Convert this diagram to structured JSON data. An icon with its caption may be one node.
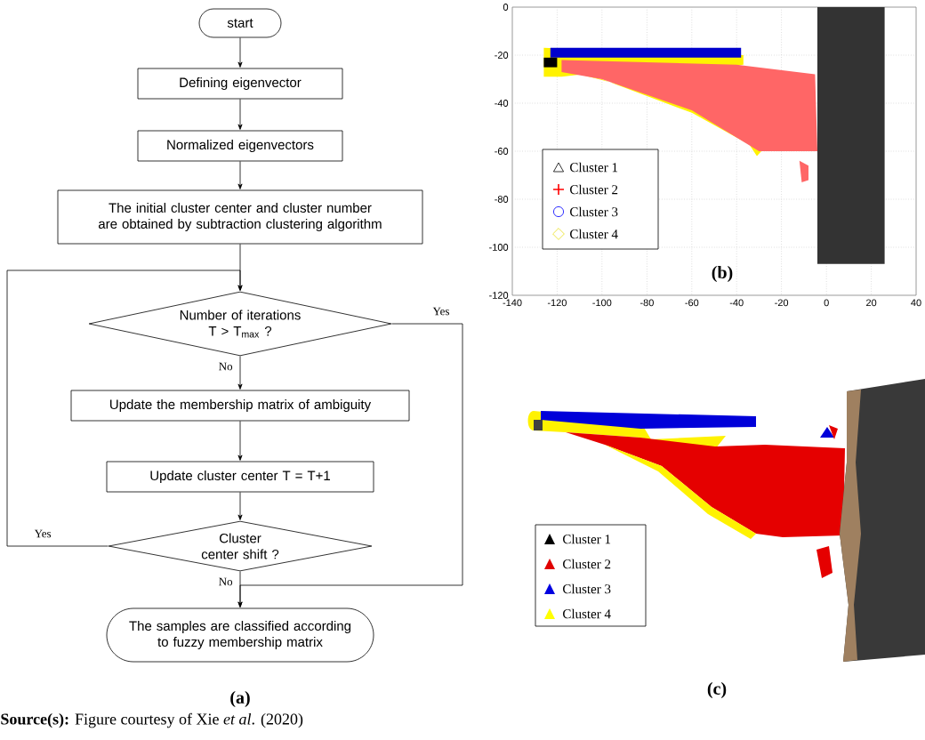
{
  "diagram": {
    "caption": "**Source(s):** Figure courtesy of Xie *et al*. (2020)",
    "nodes": [
      {
        "text": [
          "start"
        ]
      },
      {
        "text": [
          "Defining eigenvector"
        ]
      },
      {
        "text": [
          "Normalized eigenvectors"
        ]
      },
      {
        "text": [
          "The initial cluster center and cluster number are obtained by subtraction clustering algorithm"
        ]
      },
      {
        "text": [
          "Number of iterations T > T$_{max}$ ?"
        ]
      },
      {
        "text": [
          "Update the membership matrix of ambiguity"
        ]
      },
      {
        "text": [
          "Update cluster center T = T+1"
        ]
      },
      {
        "text": [
          "Cluster center shift ?"
        ]
      },
      {
        "text": [
          "The samples are classified according to fuzzy membership matrix"
        ]
      }
    ],
    "edges": [
      {
        "from": 0,
        "to": 1,
        "arrow": "to"
      },
      {
        "from": 1,
        "to": 2,
        "arrow": "to"
      },
      {
        "from": 2,
        "to": 3,
        "arrow": "to"
      },
      {
        "from": 3,
        "to": 4,
        "arrow": "to"
      },
      {
        "from": 4,
        "to": 5,
        "arrow": "to",
        "label": "No"
      },
      {
        "from": 4,
        "to": 8,
        "arrow": "to",
        "label": "Yes"
      },
      {
        "from": 5,
        "to": 6,
        "arrow": "to"
      },
      {
        "from": 6,
        "to": 7,
        "arrow": "to"
      },
      {
        "from": 7,
        "to": 4,
        "arrow": "to",
        "label": "Yes"
      },
      {
        "from": 7,
        "to": 8,
        "arrow": "to",
        "label": "No"
      }
    ],
    "labels": [
      "0",
      "-20",
      "-40",
      "-60",
      "-80",
      "-100",
      "-120",
      "-140",
      "-120",
      "-100",
      "-80",
      "-60",
      "-40",
      "-20",
      "0",
      "20",
      "40",
      "(b)",
      "(a)",
      "(c)"
    ],
    "legend": [
      {
        "text": "Cluster 1"
      },
      {
        "text": "Cluster 2"
      },
      {
        "text": "Cluster 3"
      },
      {
        "text": "Cluster 4"
      },
      {
        "text": "Cluster 1",
        "color": "#000000"
      },
      {
        "text": "Cluster 2",
        "color": "#e00000"
      },
      {
        "text": "Cluster 3",
        "color": "#0000e0"
      },
      {
        "text": "Cluster 4",
        "color": "#ffff00"
      }
    ]
  }
}
